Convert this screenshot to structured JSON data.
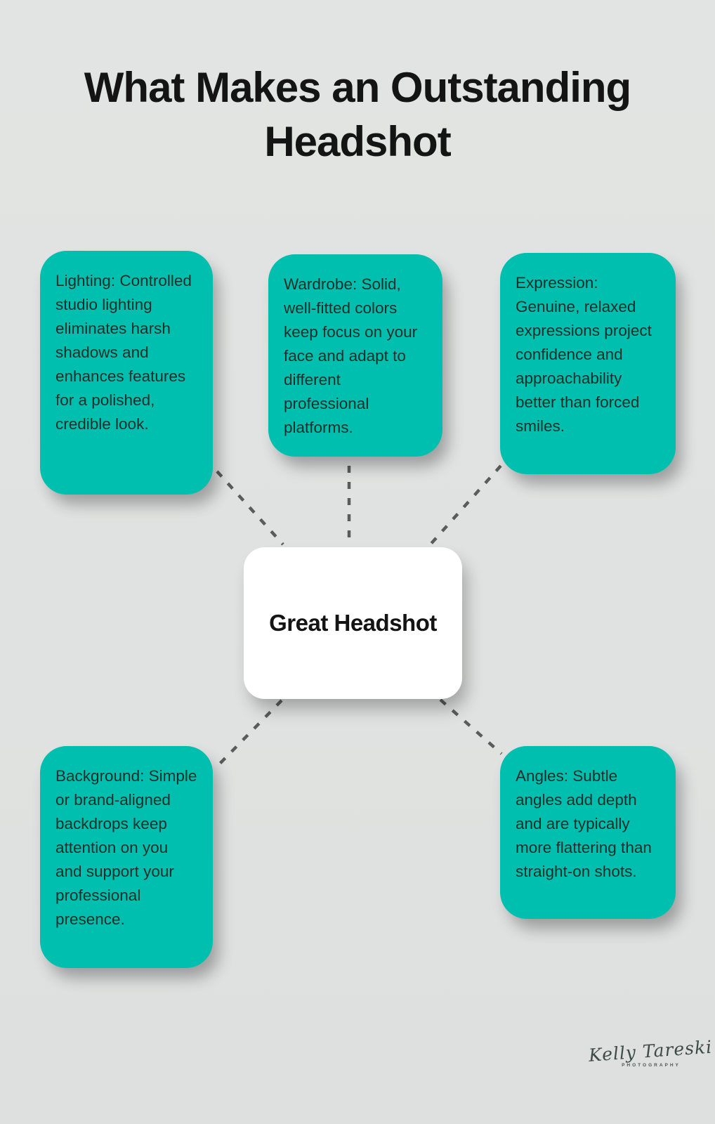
{
  "title": "What Makes an Outstanding Headshot",
  "center": {
    "label": "Great Headshot"
  },
  "nodes": [
    {
      "id": "lighting",
      "text": "Lighting: Controlled studio lighting eliminates harsh shadows and enhances features for a polished, credible look."
    },
    {
      "id": "wardrobe",
      "text": "Wardrobe: Solid, well-fitted colors keep focus on your face and adapt to different professional platforms."
    },
    {
      "id": "expression",
      "text": "Expression: Genuine, relaxed expressions project confidence and approachability better than forced smiles."
    },
    {
      "id": "background",
      "text": "Background: Simple or brand-aligned backdrops keep attention on you and support your professional presence."
    },
    {
      "id": "angles",
      "text": "Angles: Subtle angles add depth and are typically more flattering than straight-on shots."
    }
  ],
  "signature": {
    "name": "Kelly Tareski",
    "subtitle": "PHOTOGRAPHY"
  },
  "colors": {
    "background": "#e2e4e3",
    "title": "#141414",
    "node": "#00bfae",
    "node_text": "#1b2f2a",
    "center_bg": "#ffffff",
    "center_text": "#141414",
    "connector": "#5b5b5b",
    "signature": "#3d4a47"
  }
}
